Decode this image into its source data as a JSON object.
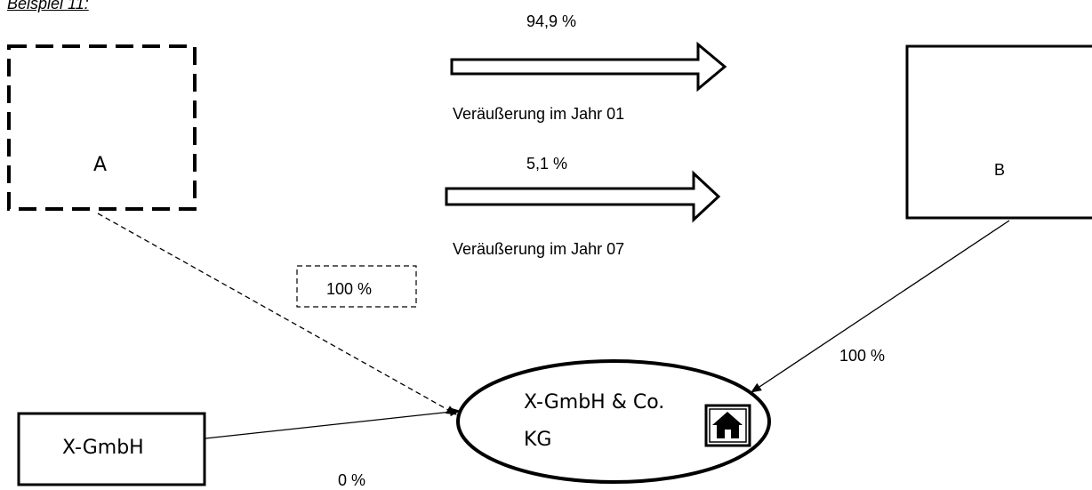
{
  "example_title": "Beispiel 11:",
  "entities": {
    "a": "A",
    "b": "B",
    "x_gmbh": "X-GmbH",
    "kg_line1": "X-GmbH & Co.",
    "kg_line2": "KG"
  },
  "transfers": {
    "first_percent": "94,9 %",
    "first_caption": "Veräußerung im Jahr 01",
    "second_percent": "5,1 %",
    "second_caption": "Veräußerung im Jahr 07"
  },
  "shares": {
    "a_to_kg": "100 %",
    "b_to_kg": "100 %",
    "xgmbh_to_kg": "0 %"
  },
  "icons": {
    "kg_icon": "house-icon"
  }
}
